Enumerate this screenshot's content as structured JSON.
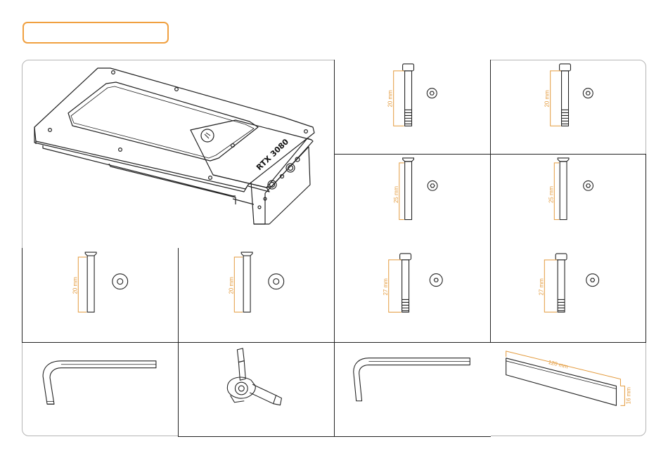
{
  "header": {
    "title": ""
  },
  "colors": {
    "accent": "#f0a040",
    "line": "#222222",
    "grid_border": "#b5b5b5"
  },
  "block": {
    "label": "RTX 3080",
    "icon": "logo-icon"
  },
  "screws": [
    {
      "length": "20 mm",
      "head": "socket"
    },
    {
      "length": "20 mm",
      "head": "socket"
    },
    {
      "length": "25 mm",
      "head": "countersunk"
    },
    {
      "length": "25 mm",
      "head": "countersunk"
    },
    {
      "length": "20 mm",
      "head": "countersunk"
    },
    {
      "length": "20 mm",
      "head": "countersunk"
    },
    {
      "length": "27 mm",
      "head": "socket"
    },
    {
      "length": "27 mm",
      "head": "socket"
    }
  ],
  "pad": {
    "length": "120 mm",
    "width": "16 mm"
  }
}
